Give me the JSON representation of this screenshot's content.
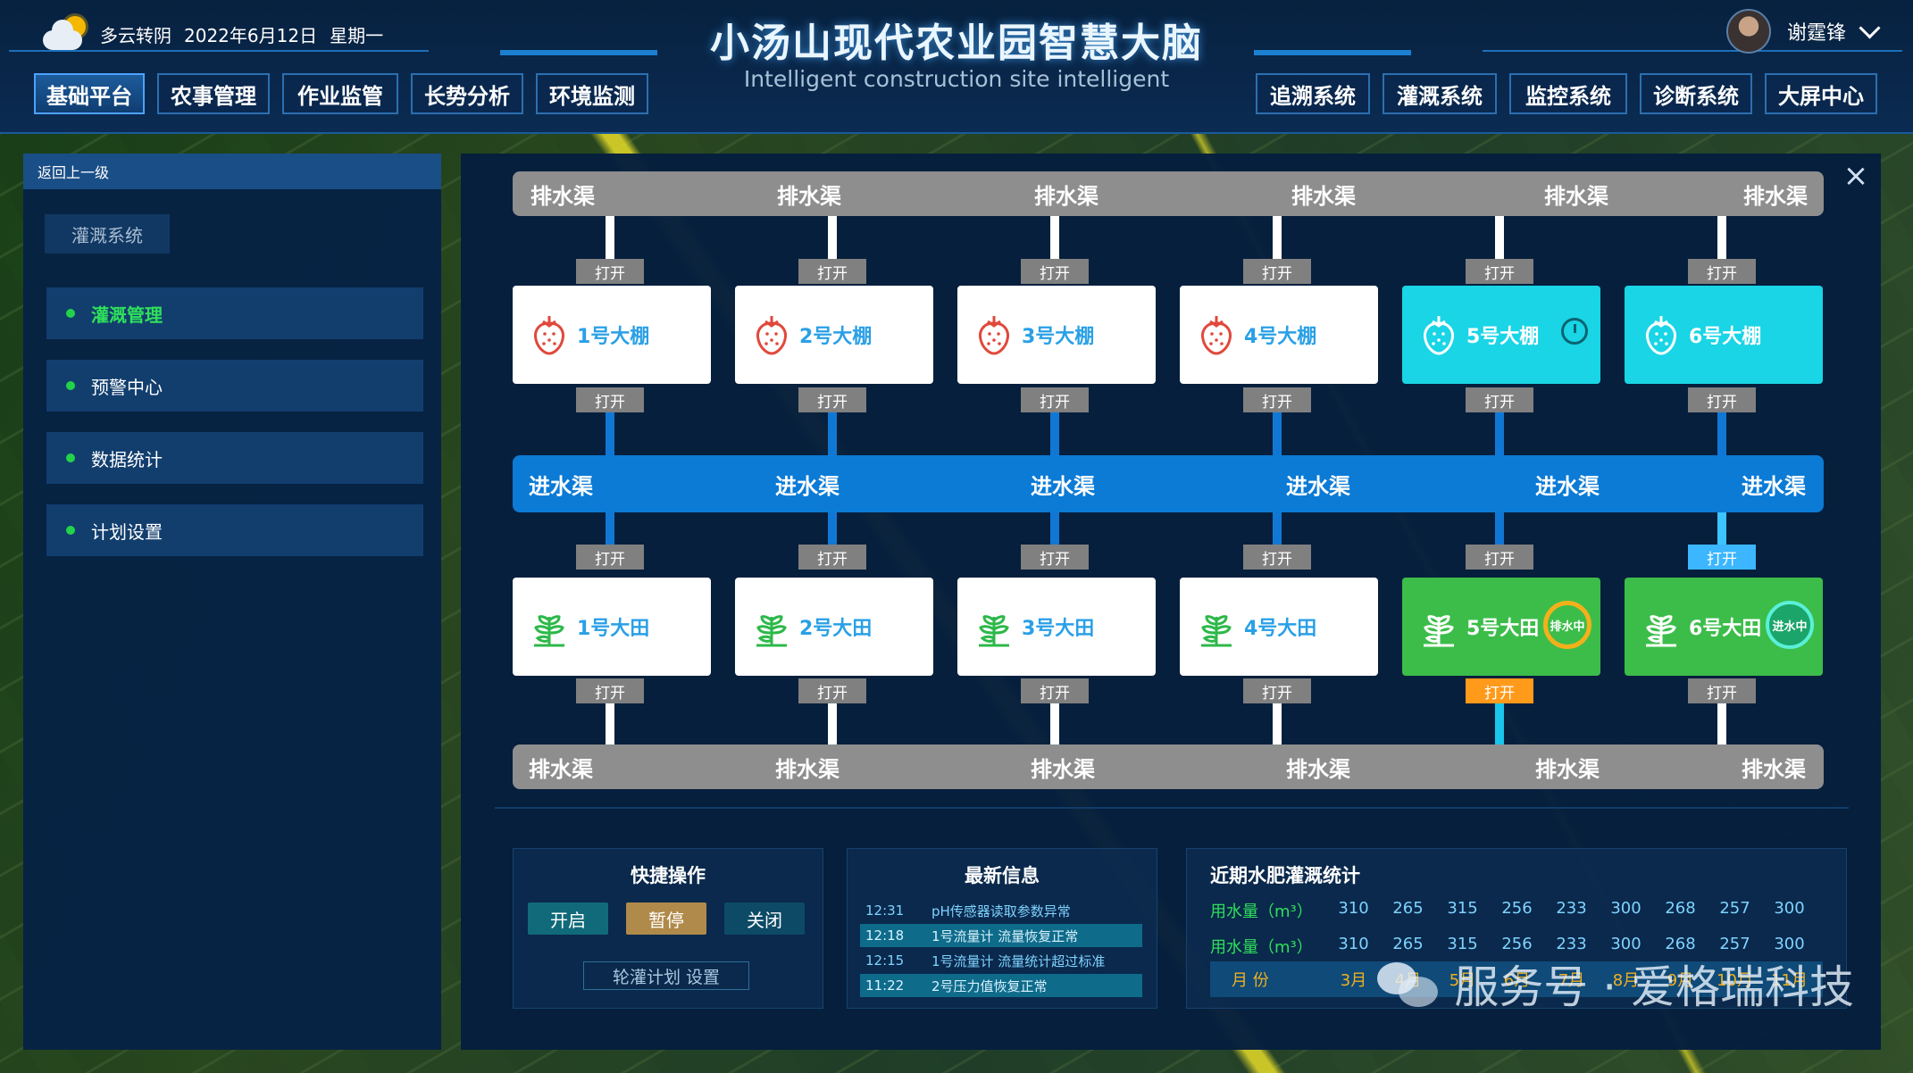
{
  "header": {
    "weather": "多云转阴",
    "date": "2022年6月12日",
    "weekday": "星期一",
    "title": "小汤山现代农业园智慧大脑",
    "subtitle": "Intelligent construction site intelligent",
    "user_name": "谢霆锋",
    "nav_left": [
      "基础平台",
      "农事管理",
      "作业监管",
      "长势分析",
      "环境监测"
    ],
    "nav_right": [
      "追溯系统",
      "灌溉系统",
      "监控系统",
      "诊断系统",
      "大屏中心"
    ],
    "active_nav": "基础平台"
  },
  "sidebar": {
    "back": "返回上一级",
    "system": "灌溉系统",
    "items": [
      "灌溉管理",
      "预警中心",
      "数据统计",
      "计划设置"
    ],
    "active_item": "灌溉管理"
  },
  "diagram": {
    "drain_label": "排水渠",
    "inlet_label": "进水渠",
    "valve_label": "打开",
    "greenhouses": [
      "1号大棚",
      "2号大棚",
      "3号大棚",
      "4号大棚",
      "5号大棚",
      "6号大棚"
    ],
    "fields": [
      "1号大田",
      "2号大田",
      "3号大田",
      "4号大田",
      "5号大田",
      "6号大田"
    ],
    "field_status": [
      "",
      "",
      "",
      "",
      "排水中",
      "进水中"
    ]
  },
  "quick_ops": {
    "title": "快捷操作",
    "buttons": [
      "开启",
      "暂停",
      "关闭"
    ],
    "plan_link": "轮灌计划  设置",
    "colors": {
      "open": "#116a7a",
      "pause": "#b08a4a",
      "close": "#0d4a66"
    }
  },
  "news": {
    "title": "最新信息",
    "items": [
      {
        "time": "12:31",
        "text": "pH传感器读取参数异常"
      },
      {
        "time": "12:18",
        "text": "1号流量计 流量恢复正常"
      },
      {
        "time": "12:15",
        "text": "1号流量计 流量统计超过标准"
      },
      {
        "time": "11:22",
        "text": "2号压力值恢复正常"
      }
    ]
  },
  "stats": {
    "title": "近期水肥灌溉统计",
    "rows": [
      {
        "label": "用水量（m³）",
        "values": [
          "310",
          "265",
          "315",
          "256",
          "233",
          "300",
          "268",
          "257",
          "300"
        ]
      },
      {
        "label": "用水量（m³）",
        "values": [
          "310",
          "265",
          "315",
          "256",
          "233",
          "300",
          "268",
          "257",
          "300"
        ]
      }
    ],
    "month_label": "月  份",
    "months": [
      "3月",
      "4月",
      "5月",
      "6月",
      "7月",
      "8月",
      "9月",
      "10月",
      "11月"
    ]
  },
  "watermark": "服务号 · 爱格瑞科技"
}
